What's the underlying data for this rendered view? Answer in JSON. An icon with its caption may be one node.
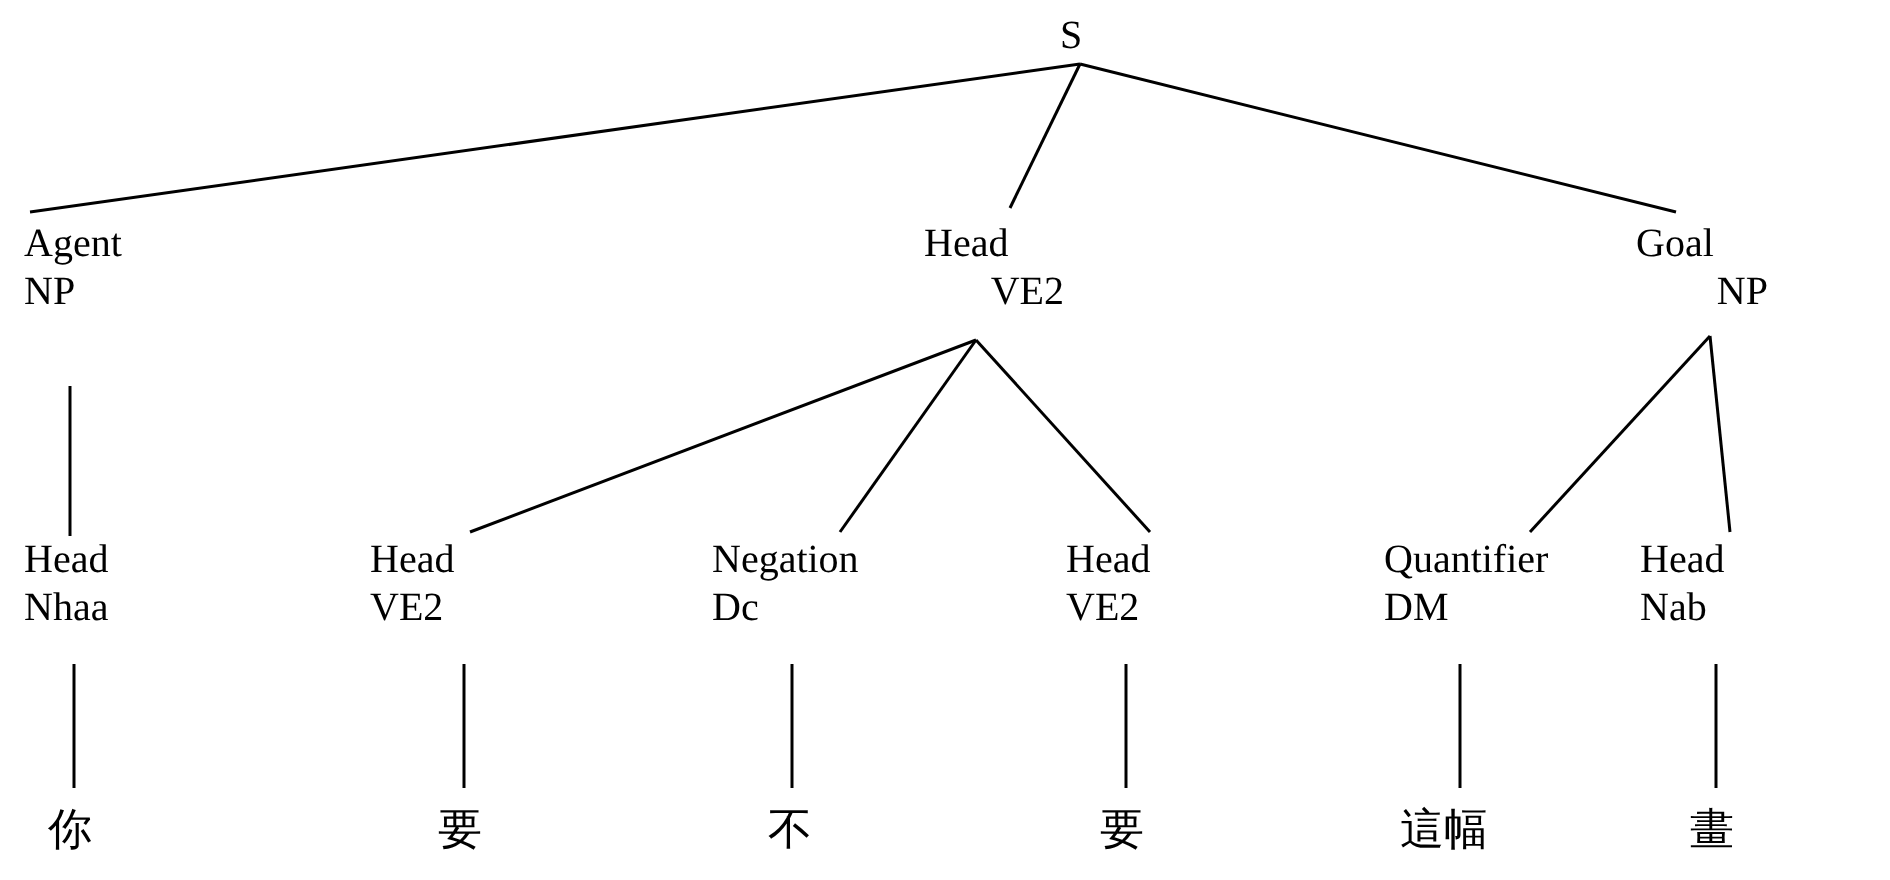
{
  "diagram": {
    "nodes": [
      {
        "text": [
          "S"
        ]
      },
      {
        "text": [
          "Agent",
          "NP"
        ]
      },
      {
        "text": [
          "Head",
          "VE2"
        ]
      },
      {
        "text": [
          "Goal",
          "NP"
        ]
      },
      {
        "text": [
          "Head",
          "Nhaa"
        ]
      },
      {
        "text": [
          "Head",
          "VE2"
        ]
      },
      {
        "text": [
          "Negation",
          "Dc"
        ]
      },
      {
        "text": [
          "Head",
          "VE2"
        ]
      },
      {
        "text": [
          "Quantifier",
          "DM"
        ]
      },
      {
        "text": [
          "Head",
          "Nab"
        ]
      },
      {
        "text": [
          "你"
        ]
      },
      {
        "text": [
          "要"
        ]
      },
      {
        "text": [
          "不"
        ]
      },
      {
        "text": [
          "要"
        ]
      },
      {
        "text": [
          "這幅"
        ]
      },
      {
        "text": [
          "畫"
        ]
      }
    ],
    "edges": [
      {
        "from": 0,
        "to": 1,
        "arrow": "none"
      },
      {
        "from": 0,
        "to": 2,
        "arrow": "none"
      },
      {
        "from": 0,
        "to": 3,
        "arrow": "none"
      },
      {
        "from": 1,
        "to": 4,
        "arrow": "none"
      },
      {
        "from": 2,
        "to": 5,
        "arrow": "none"
      },
      {
        "from": 2,
        "to": 6,
        "arrow": "none"
      },
      {
        "from": 2,
        "to": 7,
        "arrow": "none"
      },
      {
        "from": 3,
        "to": 8,
        "arrow": "none"
      },
      {
        "from": 3,
        "to": 9,
        "arrow": "none"
      },
      {
        "from": 4,
        "to": 10,
        "arrow": "none"
      },
      {
        "from": 5,
        "to": 11,
        "arrow": "none"
      },
      {
        "from": 6,
        "to": 12,
        "arrow": "none"
      },
      {
        "from": 7,
        "to": 13,
        "arrow": "none"
      },
      {
        "from": 8,
        "to": 14,
        "arrow": "none"
      },
      {
        "from": 9,
        "to": 15,
        "arrow": "none"
      }
    ]
  }
}
